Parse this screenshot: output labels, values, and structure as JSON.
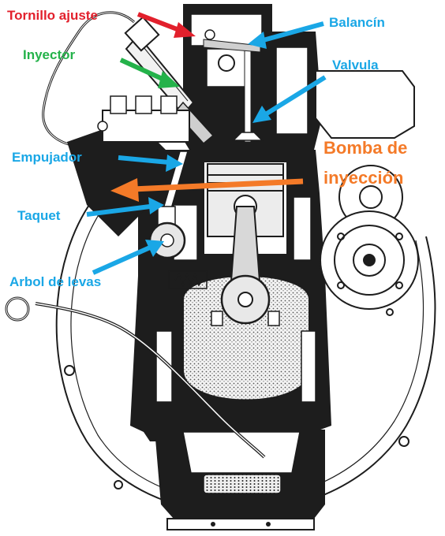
{
  "colors": {
    "red": "#e2202c",
    "green": "#24b24a",
    "blue": "#1aa7e6",
    "orange": "#f47a28",
    "ink": "#1d1d1d",
    "paper": "#ffffff"
  },
  "labels": [
    {
      "id": "tornillo-ajuste",
      "text": "Tornillo ajuste",
      "color": "red"
    },
    {
      "id": "inyector",
      "text": "Inyector",
      "color": "green"
    },
    {
      "id": "balancin",
      "text": "Balancín",
      "color": "blue"
    },
    {
      "id": "valvula",
      "text": "Valvula",
      "color": "blue"
    },
    {
      "id": "bomba-line1",
      "text": "Bomba de",
      "color": "orange"
    },
    {
      "id": "bomba-line2",
      "text": "inyección",
      "color": "orange"
    },
    {
      "id": "empujador",
      "text": "Empujador",
      "color": "blue"
    },
    {
      "id": "taquet",
      "text": "Taquet",
      "color": "blue"
    },
    {
      "id": "arbol-levas",
      "text": "Arbol de levas",
      "color": "blue"
    }
  ]
}
